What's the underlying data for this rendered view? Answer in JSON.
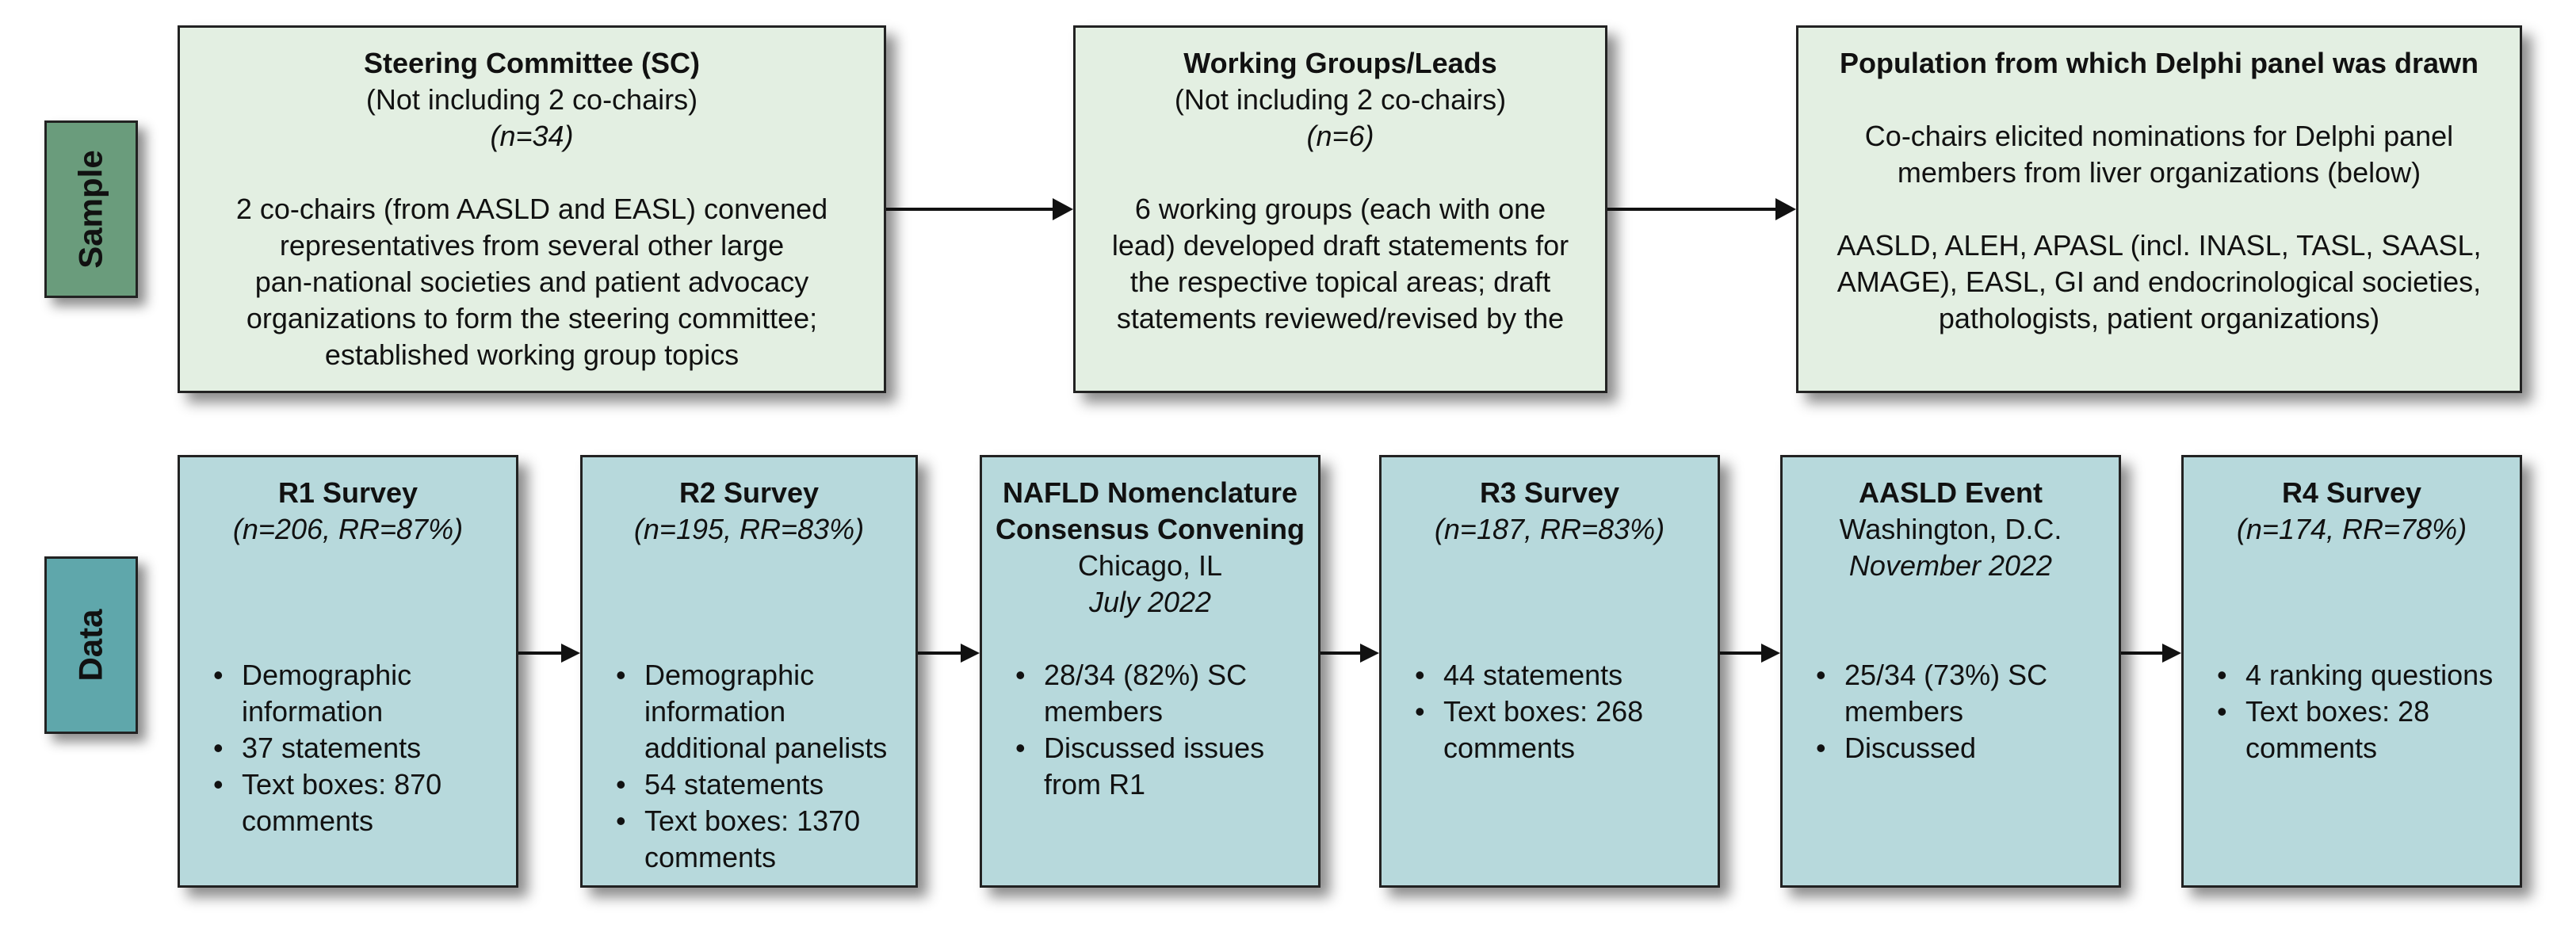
{
  "labels": {
    "sample": "Sample",
    "data": "Data"
  },
  "sample_boxes": {
    "steering": {
      "title": "Steering Committee (SC)",
      "subtitle": "(Not including 2 co-chairs)",
      "n": "(n=34)",
      "desc_lines": [
        "2 co-chairs (from AASLD and EASL) convened",
        "representatives from several other large",
        "pan-national societies and patient advocacy",
        "organizations to form the steering committee;",
        "established working group topics"
      ]
    },
    "working": {
      "title": "Working Groups/Leads",
      "subtitle": "(Not including 2 co-chairs)",
      "n": "(n=6)",
      "desc_lines": [
        "6 working groups (each with one",
        "lead) developed draft statements for",
        "the respective topical areas; draft",
        "statements reviewed/revised by the"
      ]
    },
    "population": {
      "title": "Population from which Delphi panel was drawn",
      "desc1_lines": [
        "Co-chairs elicited nominations for Delphi panel",
        "members from liver organizations (below)"
      ],
      "desc2_lines": [
        "AASLD, ALEH, APASL (incl. INASL, TASL, SAASL,",
        "AMAGE), EASL, GI and endocrinological societies,",
        "pathologists, patient organizations)"
      ]
    }
  },
  "data_boxes": [
    {
      "title_lines": [
        "R1 Survey"
      ],
      "sub_lines": [],
      "italic_line": "(n=206, RR=87%)",
      "bullets": [
        [
          "Demographic",
          "information"
        ],
        [
          "37 statements"
        ],
        [
          "Text boxes: 870",
          "comments"
        ]
      ]
    },
    {
      "title_lines": [
        "R2 Survey"
      ],
      "sub_lines": [],
      "italic_line": "(n=195, RR=83%)",
      "bullets": [
        [
          "Demographic",
          "information",
          "additional panelists"
        ],
        [
          "54 statements"
        ],
        [
          "Text boxes: 1370",
          "comments"
        ]
      ]
    },
    {
      "title_lines": [
        "NAFLD Nomenclature",
        "Consensus Convening"
      ],
      "sub_lines": [
        "Chicago, IL"
      ],
      "italic_line": "July 2022",
      "bullets": [
        [
          "28/34 (82%) SC",
          "members"
        ],
        [
          "Discussed issues",
          "from R1"
        ]
      ]
    },
    {
      "title_lines": [
        "R3 Survey"
      ],
      "sub_lines": [],
      "italic_line": "(n=187, RR=83%)",
      "bullets": [
        [
          "44 statements"
        ],
        [
          "Text boxes: 268",
          "comments"
        ]
      ]
    },
    {
      "title_lines": [
        "AASLD Event"
      ],
      "sub_lines": [
        "Washington, D.C."
      ],
      "italic_line": "November 2022",
      "bullets": [
        [
          "25/34 (73%) SC",
          "members"
        ],
        [
          "Discussed"
        ]
      ]
    },
    {
      "title_lines": [
        "R4 Survey"
      ],
      "sub_lines": [],
      "italic_line": "(n=174, RR=78%)",
      "bullets": [
        [
          "4 ranking questions"
        ],
        [
          "Text boxes: 28",
          "comments"
        ]
      ]
    }
  ],
  "colors": {
    "sample_label": "#6a9c7c",
    "data_label": "#5fa7ab",
    "sample_box": "#e3efe2",
    "data_box": "#b7d9dc"
  }
}
